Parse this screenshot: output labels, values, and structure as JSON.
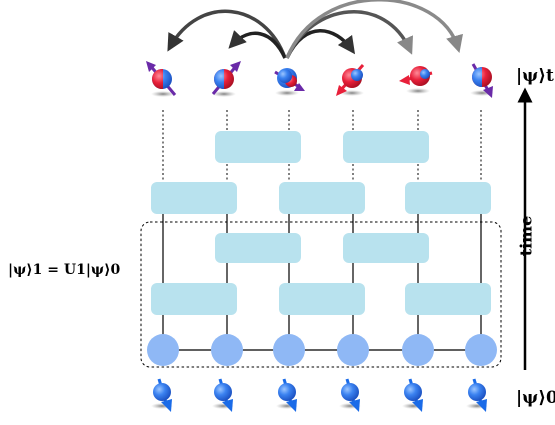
{
  "labels": {
    "psi_t": "|ψ⟩t",
    "psi_0": "|ψ⟩0",
    "psi_1_eq": "|ψ⟩1 = U1|ψ⟩0",
    "time_axis": "time"
  },
  "colors": {
    "gate": "#b8e2ee",
    "node": "#8fb8f5",
    "spin_red": "#e8203a",
    "spin_blue": "#2d6fe0",
    "arrow_dark": "#333333",
    "arrow_gray": "#808080",
    "arrow_purple": "#6a2aa8",
    "arrow_blue": "#1a6be8"
  },
  "icons": {
    "initial_spin": "blue-spin-down-icon",
    "final_spin": "entangled-red-blue-spin-icon",
    "time_arrow": "up-arrow-icon"
  }
}
